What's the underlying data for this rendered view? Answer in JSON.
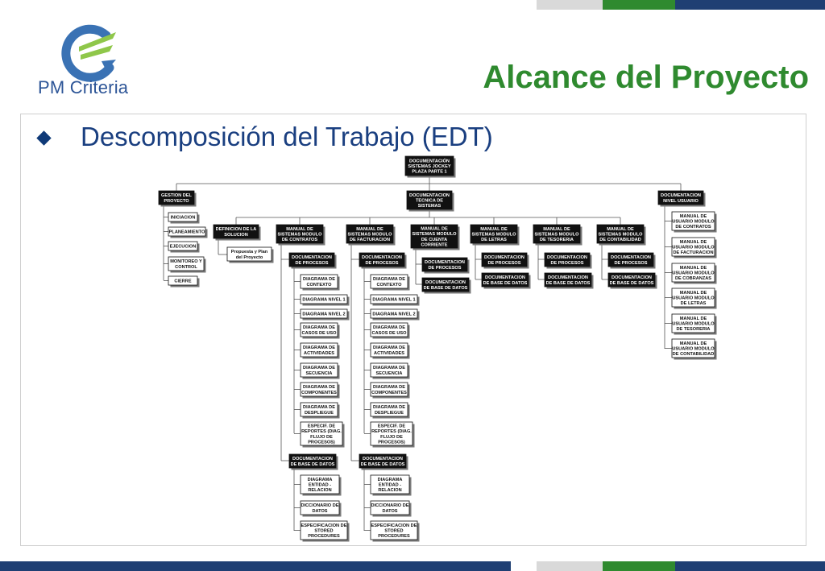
{
  "colors": {
    "accent_green": "#2f8a2f",
    "dark_blue": "#1f3f73",
    "light_gray": "#d9d9d9",
    "node_dark": "#111111",
    "node_light": "#ffffff"
  },
  "logo": {
    "text": "PM Criteria",
    "icon": "pm-criteria-logo-icon"
  },
  "header": {
    "title": "Alcance del Proyecto"
  },
  "bullet": {
    "text": "Descomposición del Trabajo (EDT)"
  },
  "wbs": {
    "root": [
      "DOCUMENTACIÓN",
      "SISTEMAS JOCKEY",
      "PLAZA PARTE 1"
    ],
    "gestion": {
      "label": [
        "GESTION DEL",
        "PROYECTO"
      ],
      "children": [
        [
          "INICIACION"
        ],
        [
          "PLANEAMIENTO"
        ],
        [
          "EJECUCION"
        ],
        [
          "MONITOREO Y",
          "CONTROL"
        ],
        [
          "CIERRE"
        ]
      ]
    },
    "tecnica": {
      "label": [
        "DOCUMENTACION",
        "TECNICA DE",
        "SISTEMAS"
      ],
      "definicion": {
        "label": [
          "DEFINICION DE LA",
          "SOLUCION"
        ],
        "child": [
          "Propuesta y Plan",
          "del Proyecto"
        ]
      },
      "modulos": [
        {
          "label": [
            "MANUAL DE",
            "SISTEMAS MODULO",
            "DE CONTRATOS"
          ],
          "procesos_label": [
            "DOCUMENTACION",
            "DE PROCESOS"
          ],
          "procesos": [
            [
              "DIAGRAMA DE",
              "CONTEXTO"
            ],
            [
              "DIAGRAMA NIVEL 1"
            ],
            [
              "DIAGRAMA NIVEL 2"
            ],
            [
              "DIAGRAMA DE",
              "CASOS DE USO"
            ],
            [
              "DIAGRAMA DE",
              "ACTIVIDADES"
            ],
            [
              "DIAGRAMA DE",
              "SECUENCIA"
            ],
            [
              "DIAGRAMA DE",
              "COMPONENTES"
            ],
            [
              "DIAGRAMA DE",
              "DESPLIEGUE"
            ],
            [
              "ESPECIF. DE",
              "REPORTES (DIAG.",
              "FLUJO DE",
              "PROCESOS)"
            ]
          ],
          "bd_label": [
            "DOCUMENTACION",
            "DE BASE DE DATOS"
          ],
          "bd": [
            [
              "DIAGRAMA",
              "ENTIDAD -",
              "RELACION"
            ],
            [
              "DICCIONARIO DE",
              "DATOS"
            ],
            [
              "ESPECIFICACION DE",
              "STORED",
              "PROCEDURES"
            ]
          ]
        },
        {
          "label": [
            "MANUAL DE",
            "SISTEMAS MODULO",
            "DE FACTURACION"
          ],
          "procesos_label": [
            "DOCUMENTACION",
            "DE PROCESOS"
          ],
          "procesos": [
            [
              "DIAGRAMA DE",
              "CONTEXTO"
            ],
            [
              "DIAGRAMA NIVEL 1"
            ],
            [
              "DIAGRAMA NIVEL 2"
            ],
            [
              "DIAGRAMA DE",
              "CASOS DE USO"
            ],
            [
              "DIAGRAMA DE",
              "ACTIVIDADES"
            ],
            [
              "DIAGRAMA DE",
              "SECUENCIA"
            ],
            [
              "DIAGRAMA DE",
              "COMPONENTES"
            ],
            [
              "DIAGRAMA DE",
              "DESPLIEGUE"
            ],
            [
              "ESPECIF. DE",
              "REPORTES (DIAG.",
              "FLUJO DE",
              "PROCESOS)"
            ]
          ],
          "bd_label": [
            "DOCUMENTACION",
            "DE BASE DE DATOS"
          ],
          "bd": [
            [
              "DIAGRAMA",
              "ENTIDAD -",
              "RELACION"
            ],
            [
              "DICCIONARIO DE",
              "DATOS"
            ],
            [
              "ESPECIFICACION DE",
              "STORED",
              "PROCEDURES"
            ]
          ]
        },
        {
          "label": [
            "MANUAL DE",
            "SISTEMAS MODULO",
            "DE CUENTA",
            "CORRIENTE"
          ],
          "procesos_label": [
            "DOCUMENTACION",
            "DE PROCESOS"
          ],
          "bd_label": [
            "DOCUMENTACION",
            "DE BASE DE DATOS"
          ]
        },
        {
          "label": [
            "MANUAL DE",
            "SISTEMAS MODULO",
            "DE LETRAS"
          ],
          "procesos_label": [
            "DOCUMENTACION",
            "DE PROCESOS"
          ],
          "bd_label": [
            "DOCUMENTACION",
            "DE BASE DE DATOS"
          ]
        },
        {
          "label": [
            "MANUAL DE",
            "SISTEMAS MODULO",
            "DE TESORERIA"
          ],
          "procesos_label": [
            "DOCUMENTACION",
            "DE PROCESOS"
          ],
          "bd_label": [
            "DOCUMENTACION",
            "DE BASE DE DATOS"
          ]
        },
        {
          "label": [
            "MANUAL DE",
            "SISTEMAS MODULO",
            "DE CONTABILIDAD"
          ],
          "procesos_label": [
            "DOCUMENTACION",
            "DE PROCESOS"
          ],
          "bd_label": [
            "DOCUMENTACION",
            "DE BASE DE DATOS"
          ]
        }
      ]
    },
    "usuario": {
      "label": [
        "DOCUMENTACION",
        "NIVEL USUARIO"
      ],
      "children": [
        [
          "MANUAL DE",
          "USUARIO MODULO",
          "DE CONTRATOS"
        ],
        [
          "MANUAL DE",
          "USUARIO MODULO",
          "DE FACTURACION"
        ],
        [
          "MANUAL DE",
          "USUARIO MODULO",
          "DE COBRANZAS"
        ],
        [
          "MANUAL DE",
          "USUARIO MODULO",
          "DE LETRAS"
        ],
        [
          "MANUAL DE",
          "USUARIO MODULO",
          "DE TESORERIA"
        ],
        [
          "MANUAL DE",
          "USUARIO MODULO",
          "DE CONTABILIDAD"
        ]
      ]
    }
  }
}
